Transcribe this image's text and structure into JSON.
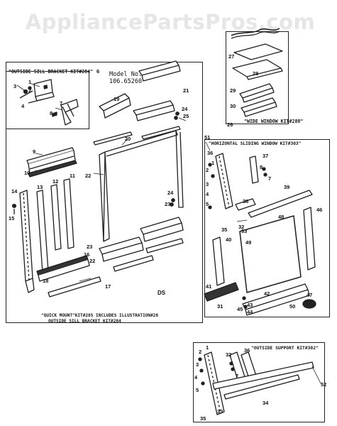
{
  "watermark": "AppliancePartsPros.com",
  "model": {
    "line1": "Model No.",
    "line2": "106.65260"
  },
  "kits": {
    "outside_sill": "\"OUTSIDE SILL BRACKET KIT#284\"",
    "wide_window": "\"WIDE WINDOW KIT#288\"",
    "horizontal_sliding": "\"HORIZONTAL SLIDING WINDOW KIT#303\"",
    "outside_support": "\"OUTSIDE SUPPORT KIT#302\"",
    "quick_mount_1": "\"QUICK MOUNT\"KIT#285 INCLUDES ILLUSTRATION#28",
    "quick_mount_2": "OUTSIDE SILL BRACKET KIT#284"
  },
  "ref_code": "DS",
  "part_numbers": [
    {
      "id": "p1",
      "text": "1"
    },
    {
      "id": "p2",
      "text": "2"
    },
    {
      "id": "p3",
      "text": "3"
    },
    {
      "id": "p4",
      "text": "4"
    },
    {
      "id": "p6",
      "text": "6"
    },
    {
      "id": "p7",
      "text": "7"
    },
    {
      "id": "p8",
      "text": "8"
    },
    {
      "id": "p9",
      "text": "9"
    },
    {
      "id": "p10",
      "text": "10"
    },
    {
      "id": "p11",
      "text": "11"
    },
    {
      "id": "p12",
      "text": "12"
    },
    {
      "id": "p13",
      "text": "13"
    },
    {
      "id": "p14",
      "text": "14"
    },
    {
      "id": "p15",
      "text": "15"
    },
    {
      "id": "p16",
      "text": "16"
    },
    {
      "id": "p17",
      "text": "17"
    },
    {
      "id": "p18",
      "text": "18"
    },
    {
      "id": "p19",
      "text": "19"
    },
    {
      "id": "p20",
      "text": "20"
    },
    {
      "id": "p21",
      "text": "21"
    },
    {
      "id": "p22",
      "text": "22"
    },
    {
      "id": "p22b",
      "text": "22"
    },
    {
      "id": "p23",
      "text": "23"
    },
    {
      "id": "p23b",
      "text": "23"
    },
    {
      "id": "p24",
      "text": "24"
    },
    {
      "id": "p24b",
      "text": "24"
    },
    {
      "id": "p25",
      "text": "25"
    },
    {
      "id": "p26",
      "text": "26"
    },
    {
      "id": "p27",
      "text": "27"
    },
    {
      "id": "p28",
      "text": "28"
    },
    {
      "id": "p29",
      "text": "29"
    },
    {
      "id": "p30",
      "text": "30"
    },
    {
      "id": "p31",
      "text": "31"
    },
    {
      "id": "p32",
      "text": "32"
    },
    {
      "id": "p33",
      "text": "33"
    },
    {
      "id": "p35",
      "text": "35"
    },
    {
      "id": "p36",
      "text": "36"
    },
    {
      "id": "p37",
      "text": "37"
    },
    {
      "id": "p38",
      "text": "38"
    },
    {
      "id": "p39",
      "text": "39"
    },
    {
      "id": "p40",
      "text": "40"
    },
    {
      "id": "p41",
      "text": "41"
    },
    {
      "id": "p42",
      "text": "42"
    },
    {
      "id": "p43",
      "text": "43"
    },
    {
      "id": "p44",
      "text": "44"
    },
    {
      "id": "p45",
      "text": "45"
    },
    {
      "id": "p46",
      "text": "46"
    },
    {
      "id": "p47",
      "text": "47"
    },
    {
      "id": "p48",
      "text": "48"
    },
    {
      "id": "p49",
      "text": "49"
    },
    {
      "id": "p50",
      "text": "50"
    },
    {
      "id": "p51",
      "text": "51"
    },
    {
      "id": "p52",
      "text": "52"
    },
    {
      "id": "s1",
      "text": "1"
    },
    {
      "id": "s2",
      "text": "2"
    },
    {
      "id": "s3",
      "text": "3"
    },
    {
      "id": "s4",
      "text": "4"
    },
    {
      "id": "s5",
      "text": "5"
    },
    {
      "id": "s7",
      "text": "7"
    },
    {
      "id": "s32",
      "text": "32"
    },
    {
      "id": "s33",
      "text": "33"
    },
    {
      "id": "s34",
      "text": "34"
    },
    {
      "id": "s35",
      "text": "35"
    },
    {
      "id": "s36",
      "text": "36"
    },
    {
      "id": "h1",
      "text": "1"
    },
    {
      "id": "h2",
      "text": "2"
    },
    {
      "id": "h3",
      "text": "3"
    },
    {
      "id": "h4",
      "text": "4"
    },
    {
      "id": "h5",
      "text": "5"
    },
    {
      "id": "h7",
      "text": "7"
    },
    {
      "id": "h8",
      "text": "8"
    }
  ]
}
